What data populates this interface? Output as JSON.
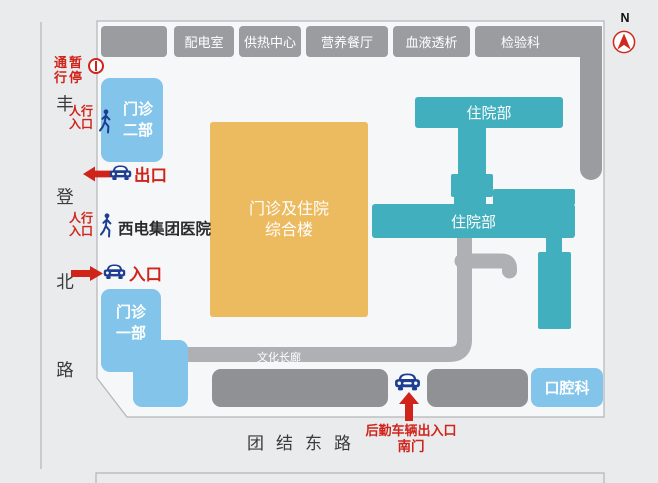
{
  "compass": {
    "label": "N"
  },
  "hospital_name": "西电集团医院",
  "roads": {
    "west_road_chars": [
      "丰",
      "登",
      "北",
      "路"
    ],
    "south_road": "团结东路",
    "corridor": "文化长廊"
  },
  "signs": {
    "no_through": {
      "column1": "通行",
      "column2": "暂停"
    },
    "pedestrian_entrance": {
      "line1": "人行",
      "line2": "入口"
    },
    "exit_label": "出口",
    "entrance_label": "入口",
    "south_gate": {
      "line1": "后勤车辆出入口",
      "line2": "南门"
    }
  },
  "buildings": {
    "top_row": [
      "配电室",
      "供热中心",
      "营养餐厅",
      "血液透析",
      "检验科"
    ],
    "outpatient2": {
      "line1": "门诊",
      "line2": "二部"
    },
    "outpatient1": {
      "line1": "门诊",
      "line2": "一部"
    },
    "main_complex": {
      "line1": "门诊及住院",
      "line2": "综合楼"
    },
    "inpatient_north": "住院部",
    "inpatient_south": "住院部",
    "stomatology": "口腔科"
  },
  "colors": {
    "background": "#e9ebed",
    "campus_fill": "#f6f7f8",
    "light_blue_building": "#82c4ea",
    "teal_building": "#41afbd",
    "yellow_building": "#ecba5f",
    "gray_building": "#9a9c9f",
    "dark_gray_building": "#8f9194",
    "road": "#aeb0b3",
    "accent_red": "#d0241b",
    "icon_navy": "#1d3e92"
  }
}
